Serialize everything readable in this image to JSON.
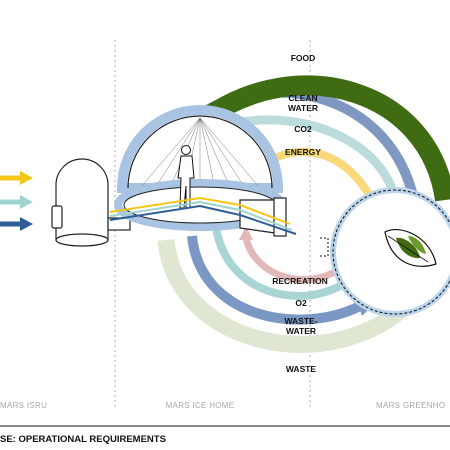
{
  "flows": [
    {
      "label": "FOOD",
      "color": "#3f6b12"
    },
    {
      "label": "CLEAN\nWATER",
      "color": "#7f98c2"
    },
    {
      "label": "CO2",
      "color": "#bcdcdc"
    },
    {
      "label": "ENERGY",
      "color": "#f8d878"
    },
    {
      "label": "RECREATION",
      "color": "#e2b8b8"
    },
    {
      "label": "O2",
      "color": "#a9d6d4"
    },
    {
      "label": "WASTE-\nWATER",
      "color": "#7b98c4"
    },
    {
      "label": "WASTE",
      "color": "#dfe6d2"
    }
  ],
  "sections": [
    {
      "label": "MARS ISRU"
    },
    {
      "label": "MARS ICE HOME"
    },
    {
      "label": "MARS GREENHO"
    }
  ],
  "caption": "SE: OPERATIONAL REQUIREMENTS",
  "inputs": [
    {
      "color": "#f5c518"
    },
    {
      "color": "#9fd3cf"
    },
    {
      "color": "#2f5d96"
    }
  ]
}
